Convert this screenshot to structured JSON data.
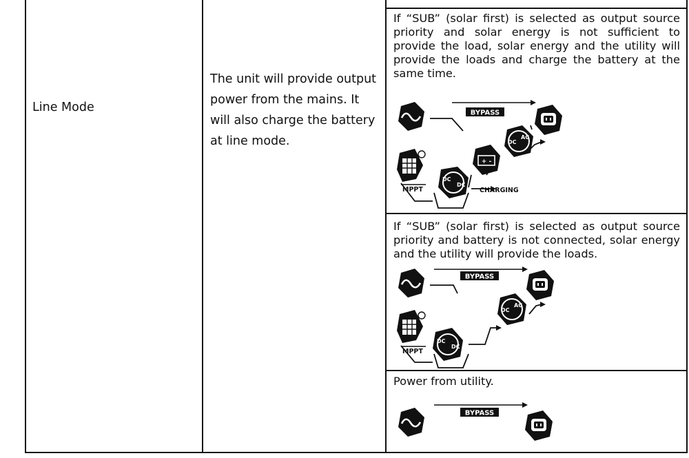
{
  "row": {
    "mode": "Line Mode",
    "description": "The unit will provide output power from the mains. It will also charge the battery at line mode."
  },
  "conditions": [
    {
      "text": "If “SUB” (solar first) is selected as output source priority and solar energy is not sufficient to provide the load, solar energy and the utility will provide the loads and charge the battery at the same time.",
      "diagram": {
        "bypass_label": "BYPASS",
        "mppt_label": "MPPT",
        "charging_label": "CHARGING",
        "dc": "DC",
        "ac": "AC",
        "battery_sign": "+ -",
        "icons": [
          "utility-ac-icon",
          "solar-panel-icon",
          "dc-dc-converter-icon",
          "battery-icon",
          "dc-ac-inverter-icon",
          "output-socket-icon"
        ]
      }
    },
    {
      "text": "If “SUB” (solar first) is selected as output source priority and battery is not connected, solar energy and the utility will provide the loads.",
      "diagram": {
        "bypass_label": "BYPASS",
        "mppt_label": "MPPT",
        "dc": "DC",
        "ac": "AC",
        "icons": [
          "utility-ac-icon",
          "solar-panel-icon",
          "dc-dc-converter-icon",
          "dc-ac-inverter-icon",
          "output-socket-icon"
        ]
      }
    },
    {
      "text": "Power from utility.",
      "diagram": {
        "bypass_label": "BYPASS",
        "icons": [
          "utility-ac-icon",
          "output-socket-icon"
        ]
      }
    }
  ]
}
